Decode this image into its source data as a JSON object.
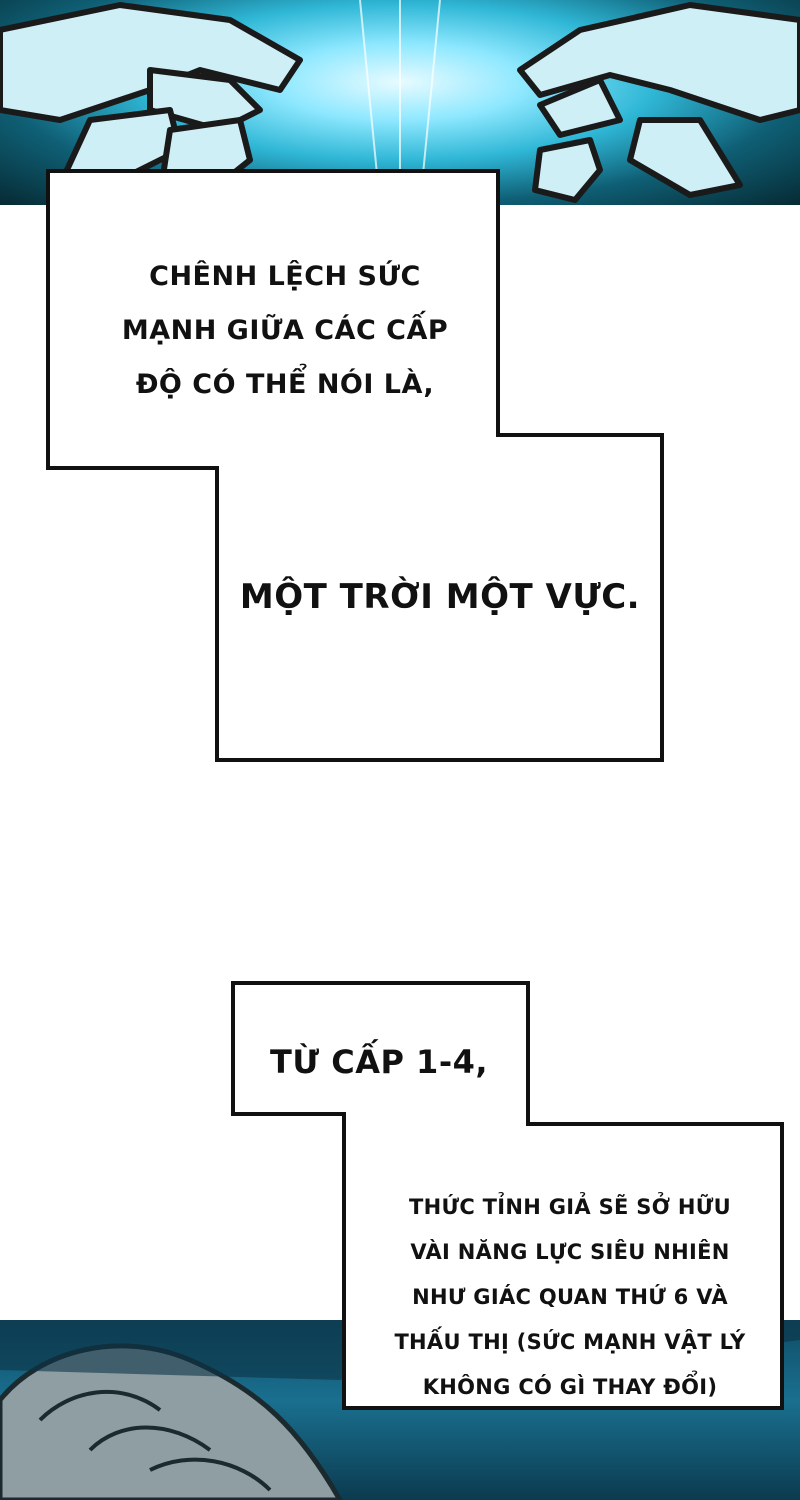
{
  "panels": {
    "top_colors": {
      "glow": "#8ee8ff",
      "shadow": "#062a33"
    },
    "bottom_colors": {
      "base": "#1a6f8f",
      "hair": "#9aa9ad"
    }
  },
  "captions": {
    "box1": {
      "lines": [
        "CHÊNH LỆCH SỨC",
        "MẠNH GIỮA CÁC CẤP",
        "ĐỘ CÓ THỂ NÓI LÀ,"
      ],
      "emphasis": "MỘT TRỜI MỘT VỰC."
    },
    "box2": {
      "heading": "TỪ CẤP 1-4,",
      "lines": [
        "THỨC TỈNH GIẢ SẼ SỞ HỮU",
        "VÀI NĂNG LỰC SIÊU NHIÊN",
        "NHƯ GIÁC QUAN THỨ 6 VÀ",
        "THẤU THỊ (SỨC MẠNH VẬT LÝ",
        "KHÔNG CÓ GÌ THAY ĐỔI)"
      ]
    }
  }
}
